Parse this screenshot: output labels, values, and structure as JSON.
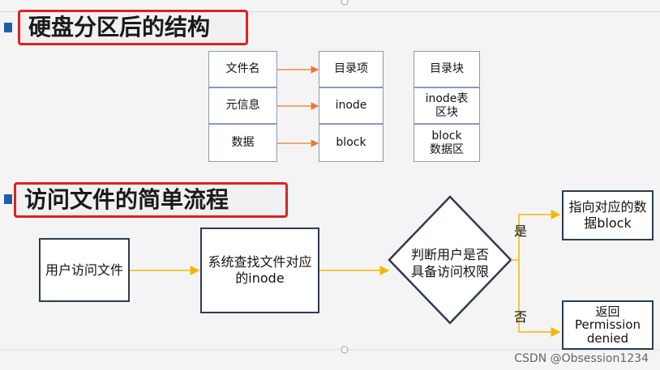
{
  "section1": {
    "title": "硬盘分区后的结构"
  },
  "structure_table": {
    "col1": [
      "文件名",
      "元信息",
      "数据"
    ],
    "col2": [
      "目录项",
      "inode",
      "block"
    ],
    "col3": [
      "目录块",
      "inode表\n区块",
      "block\n数据区"
    ]
  },
  "section2": {
    "title": "访问文件的简单流程"
  },
  "flow": {
    "step1": "用户访问文件",
    "step2": "系统查找文件对应\n的inode",
    "decision": "判断用户是否\n具备访问权限",
    "yes_label": "是",
    "no_label": "否",
    "yes_result": "指向对应的数\n据block",
    "no_result": "返回\nPermission\ndenied"
  },
  "watermark": "CSDN @Obsession1234",
  "colors": {
    "accent_red": "#e02020",
    "bullet_blue": "#1f5fa8",
    "arrow_orange": "#e87a2a",
    "arrow_yellow": "#f2b705",
    "box_border": "#2d3b4f"
  }
}
